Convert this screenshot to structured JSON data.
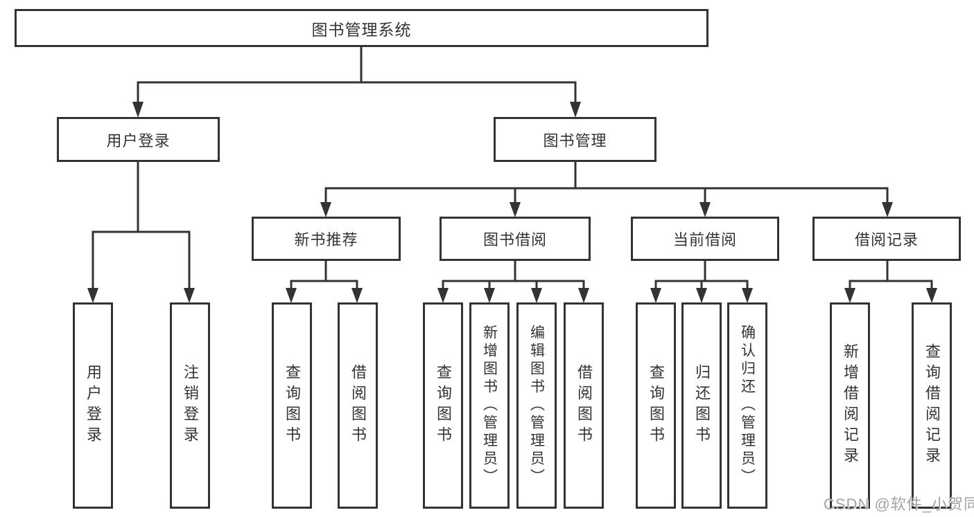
{
  "diagram": {
    "title_node": "图书管理系统",
    "user_login_node": {
      "label": "用户登录",
      "children": [
        "用户登录",
        "注销登录"
      ]
    },
    "book_management_node": {
      "label": "图书管理",
      "children": [
        {
          "label": "新书推荐",
          "children": [
            "查询图书",
            "借阅图书"
          ]
        },
        {
          "label": "图书借阅",
          "children": [
            "查询图书",
            "新增图书（管理员）",
            "编辑图书（管理员）",
            "借阅图书"
          ]
        },
        {
          "label": "当前借阅",
          "children": [
            "查询图书",
            "归还图书",
            "确认归还（管理员）"
          ]
        },
        {
          "label": "借阅记录",
          "children": [
            "新增借阅记录",
            "查询借阅记录"
          ]
        }
      ]
    },
    "watermark": "CSDN @软件_小贺同学",
    "colors": {
      "line": "#333333",
      "text": "#333333",
      "box_background": "#ffffff",
      "watermark": "#a3a3a3",
      "background": "#ffffff"
    }
  }
}
